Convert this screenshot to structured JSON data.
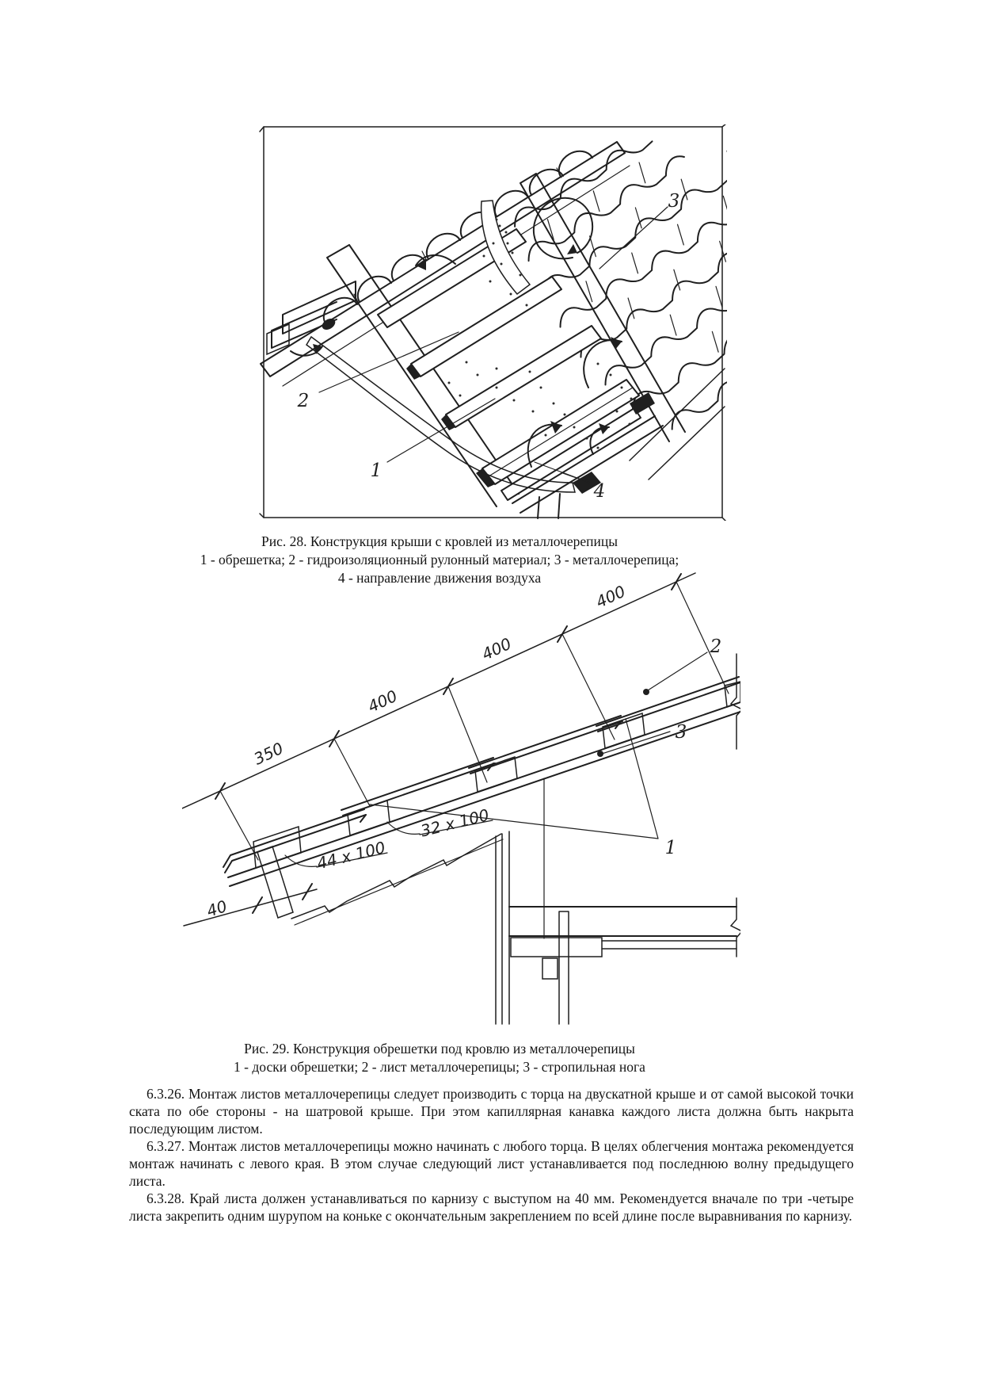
{
  "page": {
    "background": "#ffffff",
    "ink": "#1f1f1f"
  },
  "figure28": {
    "caption_line1": "Рис. 28. Конструкция крыши с кровлей из металлочерепицы",
    "caption_line2": "1 - обрешетка; 2 - гидроизоляционный рулонный материал; 3 - металлочерепица;",
    "caption_line3": "4 - направление движения воздуха",
    "callout_1": "1",
    "callout_2": "2",
    "callout_3": "3",
    "callout_4": "4"
  },
  "figure29": {
    "caption_line1": "Рис. 29. Конструкция обрешетки под кровлю из металлочерепицы",
    "caption_line2": "1 - доски обрешетки; 2 - лист металлочерепицы; 3 - стропильная нога",
    "dim_segment_1": "350",
    "dim_segment_2": "400",
    "dim_segment_3": "400",
    "dim_segment_4": "400",
    "dim_overhang": "40",
    "batten_section": "32 x 100",
    "eave_batten_section": "44 x 100",
    "callout_1": "1",
    "callout_2": "2",
    "callout_3": "3"
  },
  "paragraphs": {
    "p_6_3_26": "6.3.26. Монтаж листов металлочерепицы следует производить с торца на двускатной крыше и от самой высокой точки ската по обе стороны - на шатровой крыше. При этом капиллярная канавка каждого листа должна быть накрыта последующим листом.",
    "p_6_3_27": "6.3.27. Монтаж листов металлочерепицы можно начинать с любого торца. В целях облегчения монтажа рекомендуется монтаж начинать с левого края. В этом случае следующий лист устанавливается под последнюю волну предыдущего листа.",
    "p_6_3_28": "6.3.28. Край листа должен устанавливаться по карнизу с выступом на 40 мм. Рекомендуется вначале по три -четыре листа закрепить одним шурупом на коньке с окончательным закреплением по всей длине после выравнивания по карнизу."
  }
}
